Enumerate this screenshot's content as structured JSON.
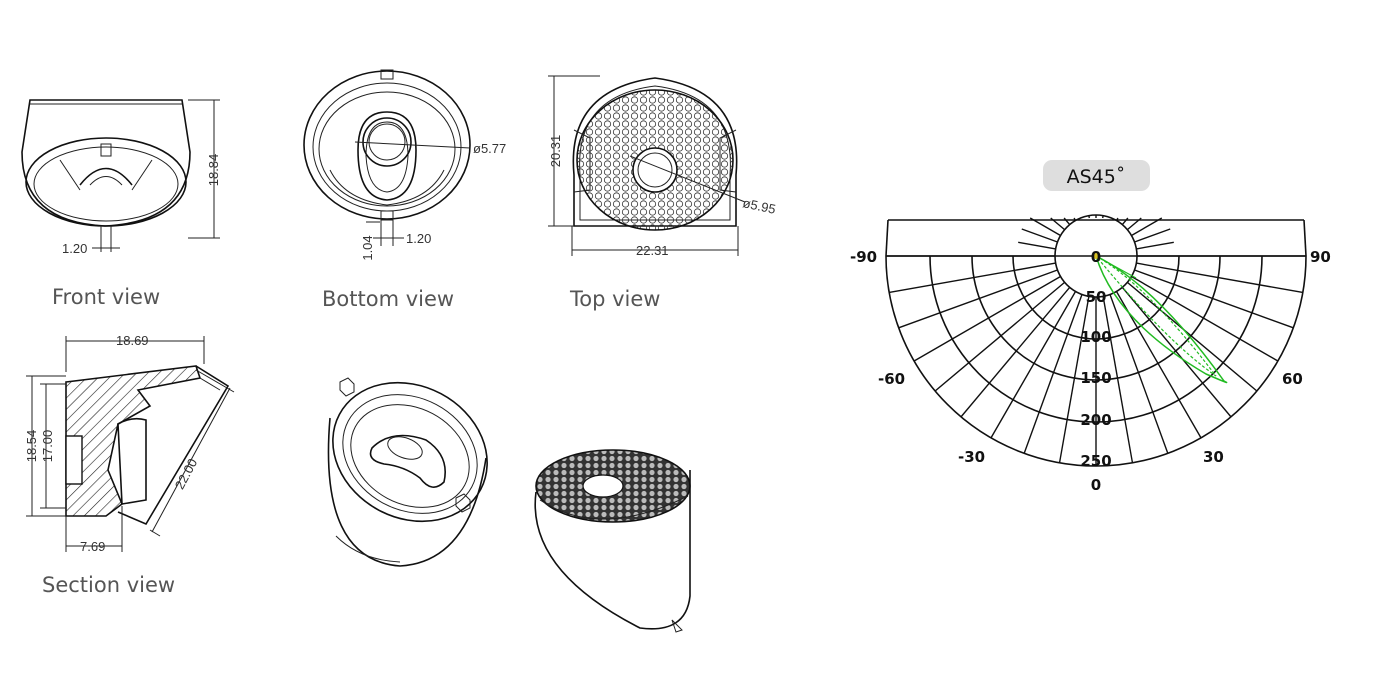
{
  "views": {
    "front": "Front view",
    "bottom": "Bottom view",
    "top": "Top view",
    "section": "Section view"
  },
  "dimensions": {
    "front_height": "18.84",
    "front_tab": "1.20",
    "bottom_hole": "ø5.77",
    "bottom_tab_h": "1.04",
    "bottom_tab_w": "1.20",
    "top_height": "20.31",
    "top_hole": "ø5.95",
    "top_width": "22.31",
    "section_top": "18.69",
    "section_outer_h": "18.54",
    "section_inner_h": "17.00",
    "section_diag": "22.00",
    "section_bottom": "7.69"
  },
  "polar": {
    "badge": "AS45˚",
    "angle_labels": {
      "m90": "-90",
      "p90": "90",
      "m60": "-60",
      "p60": "60",
      "m30": "-30",
      "p30": "30",
      "zero": "0"
    },
    "radial_labels": [
      "0",
      "50",
      "100",
      "150",
      "200",
      "250"
    ],
    "curve_color": "#22bb22",
    "accent_color": "#d8c020",
    "badge_bg": "#dedede"
  }
}
